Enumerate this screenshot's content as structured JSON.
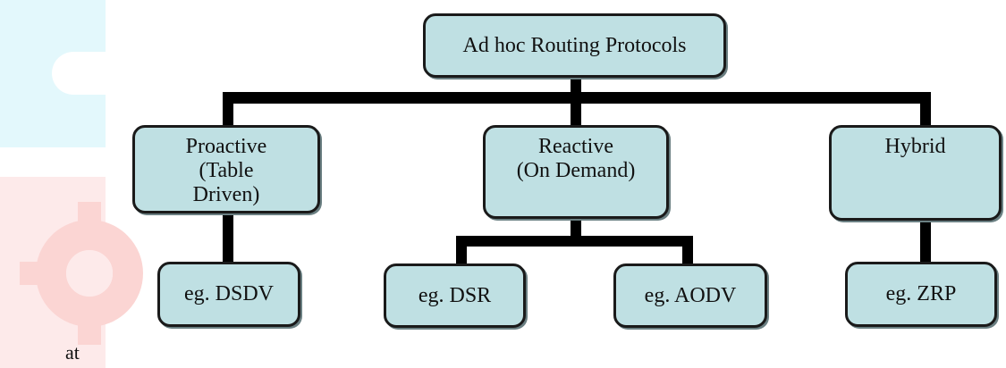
{
  "diagram": {
    "root": {
      "label": "Ad hoc Routing Protocols"
    },
    "categories": [
      {
        "label": "Proactive\n(Table\nDriven)"
      },
      {
        "label": "Reactive\n(On Demand)"
      },
      {
        "label": "Hybrid"
      }
    ],
    "examples": [
      {
        "label": "eg. DSDV"
      },
      {
        "label": "eg. DSR"
      },
      {
        "label": "eg. AODV"
      },
      {
        "label": "eg. ZRP"
      }
    ]
  },
  "footer_text": "at",
  "colors": {
    "node_fill": "#bfe0e3",
    "connector": "#000000",
    "watermark_cyan": "#e3f8fc",
    "watermark_red": "#fdeaea"
  }
}
